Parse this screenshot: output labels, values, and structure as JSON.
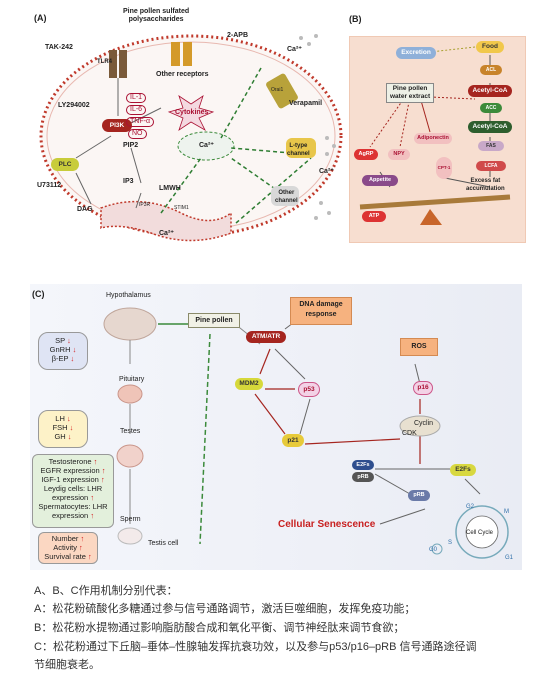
{
  "panel_a": {
    "label": "(A)",
    "title": "Pine pollen sulfated\npolysaccharides",
    "tak242": "TAK-242",
    "tlr4": "TLR4",
    "other_receptors": "Other receptors",
    "ly294002": "LY294002",
    "pi3k": "PI3K",
    "il1": "IL-1",
    "il6": "IL-6",
    "tnfa": "TNF-α",
    "no": "NO",
    "cytokines": "Cytokines",
    "pip2": "PIP2",
    "plc": "PLC",
    "u73112": "U73112",
    "dag": "DAG",
    "ip3": "IP3",
    "lmwh": "LMWH",
    "ip3r": "IP3R",
    "stim1": "STIM1",
    "ca2_er": "Ca²⁺",
    "ca2_center": "Ca²⁺",
    "apb": "2-APB",
    "ca2_top": "Ca²⁺",
    "verapamil": "Verapamil",
    "ltype": "L-type\nchannel",
    "ca2_right": "Ca²⁺",
    "other_channel": "Other\nchannel",
    "orai1": "Orai1"
  },
  "panel_b": {
    "label": "(B)",
    "food": "Food",
    "excretion": "Excretion",
    "ace": "ACL",
    "acetylcoa1": "Acetyl-CoA",
    "acc": "ACC",
    "acetylcoa2": "Acetyl-CoA",
    "fas": "FAS",
    "lcfa": "LCFA",
    "extract": "Pine pollen\nwater extract",
    "agrp": "AgRP",
    "npy": "NPY",
    "adiponectin": "Adiponectin",
    "cpt1": "CPT-1",
    "appetite": "Appetite",
    "excess_fat": "Excess fat\naccumulation",
    "atp": "ATP"
  },
  "panel_c": {
    "label": "(C)",
    "hypothalamus": "Hypothalamus",
    "pine_pollen": "Pine pollen",
    "pituitary": "Pituitary",
    "testes": "Testes",
    "sperm": "Sperm",
    "testis_cell": "Testis cell",
    "sp_group": [
      "SP",
      "GnRH",
      "β-EP"
    ],
    "lh_group": [
      "LH",
      "FSH",
      "GH"
    ],
    "testis_list": [
      "Testosterone",
      "EGFR expression",
      "IGF-1 expression",
      "Leydig cells: LHR",
      "expression",
      "Spermatocytes: LHR",
      "expression"
    ],
    "sperm_list": [
      "Number",
      "Activity",
      "Survival rate"
    ],
    "dna_damage": "DNA damage\nresponse",
    "atm_atr": "ATM/ATR",
    "mdm2": "MDM2",
    "p53": "p53",
    "p21": "p21",
    "ros": "ROS",
    "p16": "p16",
    "cyclin": "Cyclin",
    "cdk": "CDK",
    "e2fs": "E2Fs",
    "prb": "pRB",
    "e2fs2": "E2Fs",
    "prb2": "pRB",
    "cellular_senescence": "Cellular Senescence",
    "cell_cycle": "Cell Cycle",
    "g2": "G2",
    "m": "M",
    "s": "S",
    "g1": "G1",
    "g0": "G0"
  },
  "caption": {
    "line1": "A、B、C作用机制分别代表：",
    "line2": "A：松花粉硫酸化多糖通过参与信号通路调节，激活巨噬细胞，发挥免疫功能；",
    "line3": "B：松花粉水提物通过影响脂肪酸合成和氧化平衡、调节神经肽来调节食欲；",
    "line4": "C：松花粉通过下丘脑–垂体–性腺轴发挥抗衰功效，以及参与p53/p16–pRB 信号通路途径调",
    "line5": "节细胞衰老。"
  },
  "colors": {
    "membrane": "#c0392b",
    "green_pill": "#2e7d32",
    "dark_red": "#a5251f",
    "orange_box": "#f6b27f",
    "olive": "#b8b13a",
    "blue_bubble": "#8fb0d9"
  }
}
